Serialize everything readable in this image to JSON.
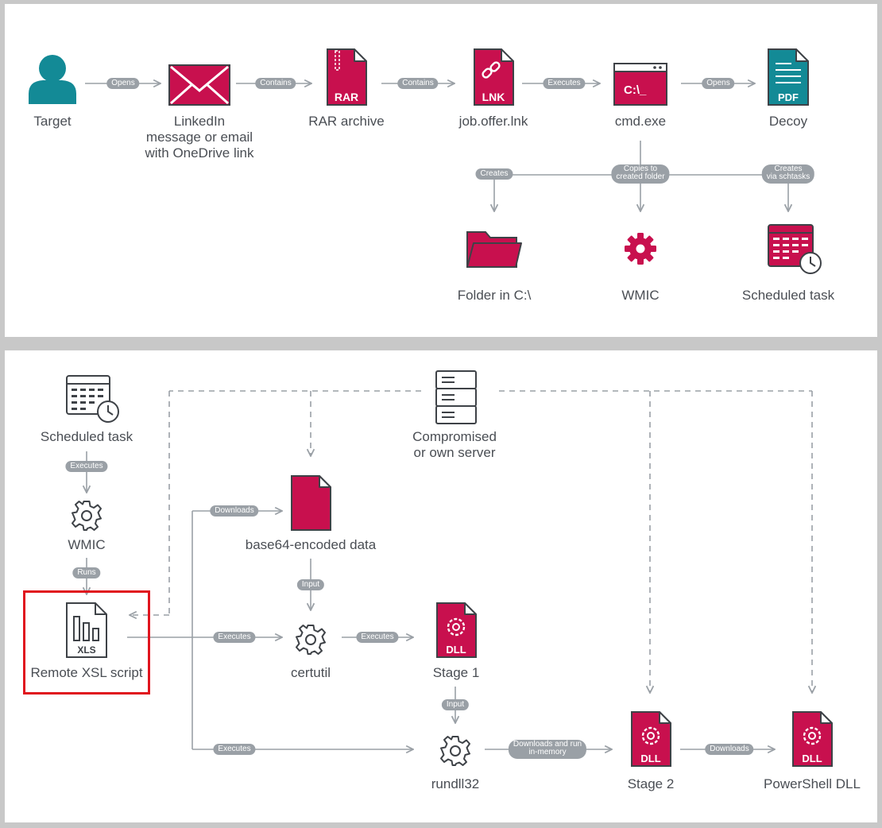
{
  "colors": {
    "accent": "#c8104e",
    "teal": "#138a96",
    "gray": "#9aa0a6",
    "text": "#4a4e54",
    "highlight": "#e0141e"
  },
  "top": {
    "nodes": {
      "target": {
        "icon": "person-icon",
        "label": "Target"
      },
      "linkedin": {
        "icon": "envelope-icon",
        "label_lines": [
          "LinkedIn",
          "message or email",
          "with OneDrive link"
        ]
      },
      "rar": {
        "icon": "rar-file-icon",
        "badge": "RAR",
        "label": "RAR archive"
      },
      "lnk": {
        "icon": "lnk-file-icon",
        "badge": "LNK",
        "label": "job.offer.lnk"
      },
      "cmd": {
        "icon": "terminal-window-icon",
        "badge": "C:\\_",
        "label": "cmd.exe"
      },
      "decoy": {
        "icon": "pdf-file-icon",
        "badge": "PDF",
        "label": "Decoy"
      },
      "folder": {
        "icon": "folder-icon",
        "label": "Folder in C:\\"
      },
      "wmic": {
        "icon": "gear-icon",
        "label": "WMIC"
      },
      "task": {
        "icon": "calendar-clock-icon",
        "label": "Scheduled task"
      }
    },
    "edges": {
      "opens1": "Opens",
      "contains1": "Contains",
      "contains2": "Contains",
      "executes1": "Executes",
      "opens2": "Opens",
      "creates": "Creates",
      "copies_lines": [
        "Copies to",
        "created folder"
      ],
      "creates_via_lines": [
        "Creates",
        "via schtasks"
      ]
    }
  },
  "bottom": {
    "nodes": {
      "task": {
        "icon": "calendar-clock-icon",
        "label": "Scheduled task"
      },
      "wmic": {
        "icon": "gear-icon",
        "label": "WMIC"
      },
      "xsl": {
        "icon": "xls-file-icon",
        "badge": "XLS",
        "label": "Remote XSL script"
      },
      "server": {
        "icon": "server-icon",
        "label_lines": [
          "Compromised",
          "or own server"
        ]
      },
      "base64": {
        "icon": "file-icon",
        "label": "base64-encoded data"
      },
      "certutil": {
        "icon": "gear-icon",
        "label": "certutil"
      },
      "stage1": {
        "icon": "dll-file-icon",
        "badge": "DLL",
        "label": "Stage 1"
      },
      "rundll": {
        "icon": "gear-icon",
        "label": "rundll32"
      },
      "stage2": {
        "icon": "dll-file-icon",
        "badge": "DLL",
        "label": "Stage 2"
      },
      "psdll": {
        "icon": "dll-file-icon",
        "badge": "DLL",
        "label": "PowerShell DLL"
      }
    },
    "edges": {
      "executes_task": "Executes",
      "runs": "Runs",
      "downloads1": "Downloads",
      "input1": "Input",
      "executes_xsl": "Executes",
      "executes_cert": "Executes",
      "input2": "Input",
      "executes_bottom": "Executes",
      "dl_run_lines": [
        "Downloads and run",
        "in-memory"
      ],
      "downloads2": "Downloads"
    }
  }
}
